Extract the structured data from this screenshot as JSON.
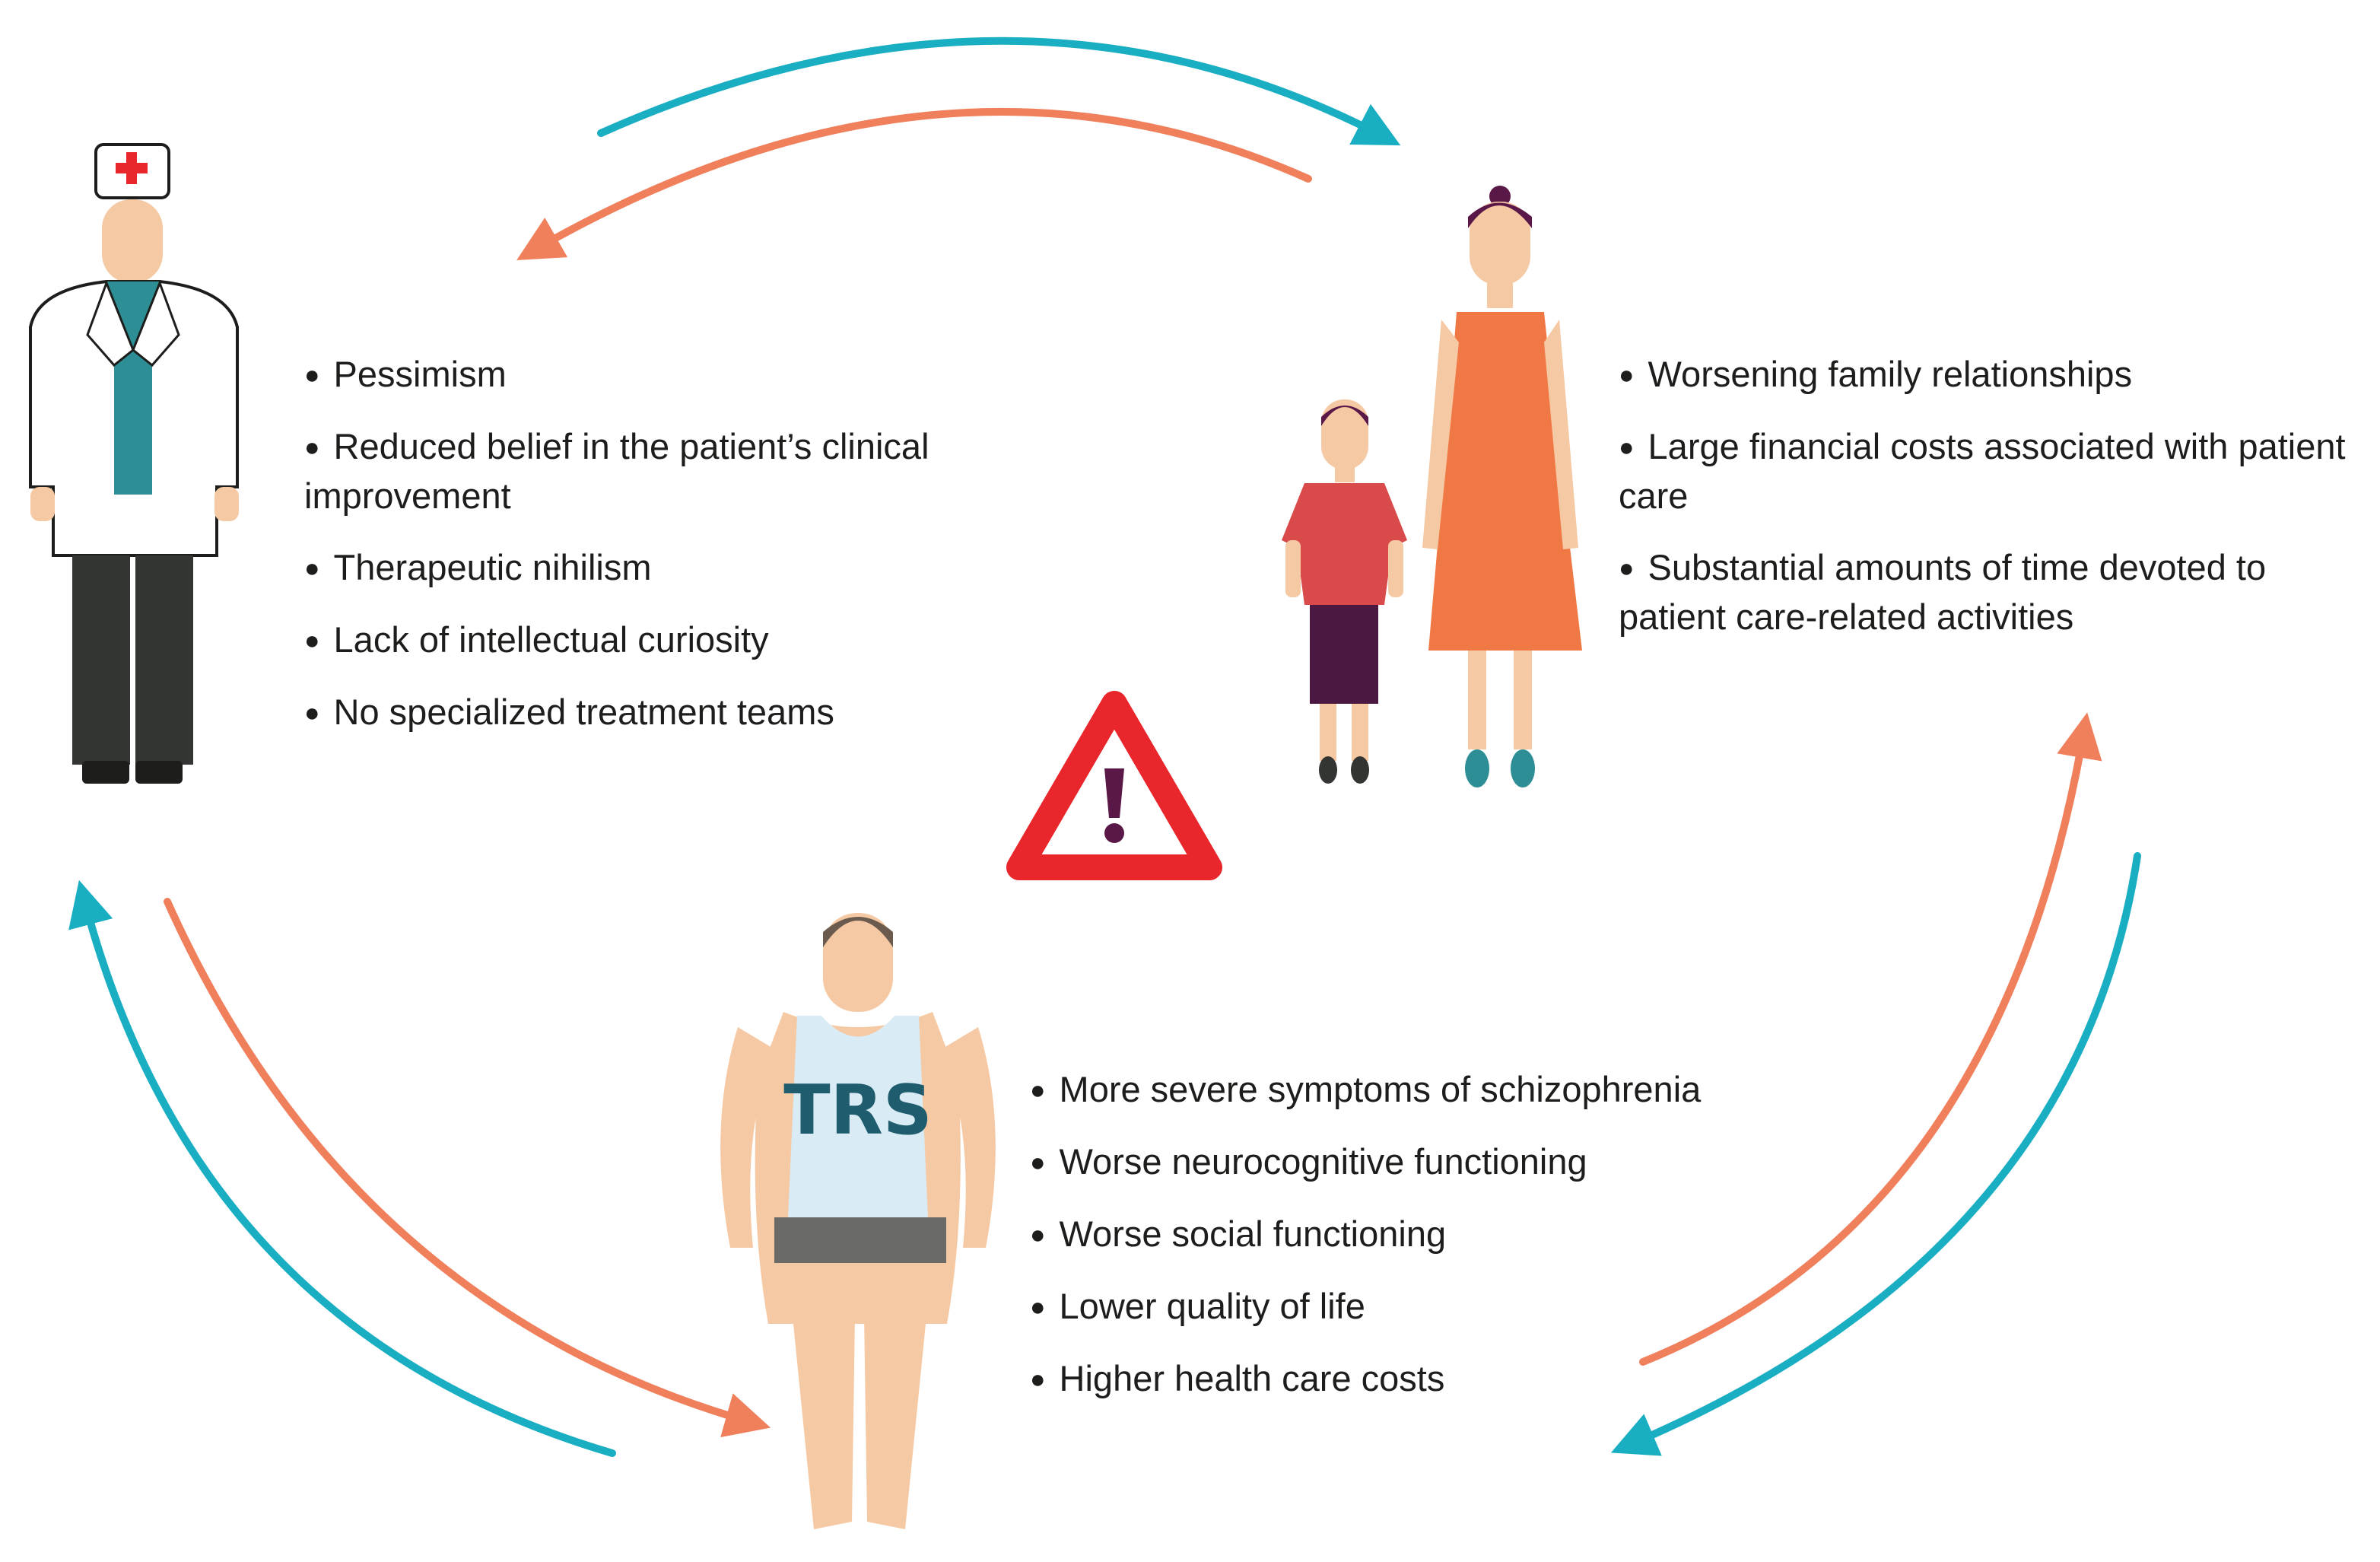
{
  "doctor": {
    "items": [
      "Pessimism",
      "Reduced belief in the patient’s clinical improvement",
      "Therapeutic nihilism",
      "Lack of intellectual curiosity",
      "No specialized treatment teams"
    ]
  },
  "family": {
    "items": [
      "Worsening family relationships",
      "Large financial costs associated with patient care",
      "Substantial amounts of time devoted to patient care-related activities"
    ]
  },
  "patient": {
    "shirt_label": "TRS",
    "items": [
      "More severe symptoms of schizophrenia",
      "Worse neurocognitive functioning",
      "Worse social functioning",
      "Lower quality of life",
      "Higher health care costs"
    ]
  },
  "colors": {
    "teal_arrow": "#1aaec2",
    "orange_arrow": "#f07f5c",
    "warning_red": "#e8262b",
    "coat_accent": "#2e8e95",
    "dress": "#f07845",
    "child_shirt": "#d94a4a",
    "purple_hair": "#5a1848",
    "skin": "#f5c9a3"
  },
  "icons": [
    "doctor-icon",
    "mother-icon",
    "child-icon",
    "patient-icon",
    "warning-icon",
    "cycle-arrows"
  ]
}
